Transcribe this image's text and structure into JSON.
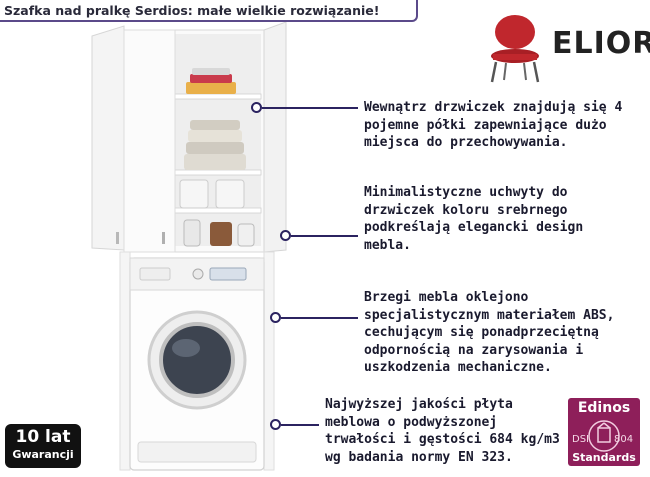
{
  "header": {
    "title": "Szafka nad pralkę Serdios: małe wielkie rozwiązanie!"
  },
  "brand": {
    "name": "ELIOR",
    "icon": "chair-icon",
    "color": "#c0272d"
  },
  "features": [
    {
      "lines": [
        "Wewnątrz drzwiczek znajdują się 4",
        "pojemne półki zapewniające dużo",
        "miejsca do przechowywania."
      ]
    },
    {
      "lines": [
        "Minimalistyczne uchwyty do",
        "drzwiczek koloru srebrnego",
        "podkreślają elegancki design",
        "mebla."
      ]
    },
    {
      "lines": [
        "Brzegi mebla oklejono",
        "specjalistycznym materiałem ABS,",
        "cechującym się ponadprzeciętną",
        "odpornością na zarysowania i",
        "uszkodzenia mechaniczne."
      ]
    },
    {
      "lines": [
        "Najwyższej jakości płyta",
        "meblowa o podwyższonej",
        "trwałości i gęstości 684 kg/m3",
        "wg badania normy EN 323."
      ]
    }
  ],
  "warranty": {
    "years": "10 lat",
    "label": "Gwarancji"
  },
  "certificate": {
    "name": "Edinos",
    "standard_code": "DSI",
    "standard_number": "804",
    "label": "Standards",
    "color": "#8e1f5a"
  },
  "accent_color": "#2b2360"
}
